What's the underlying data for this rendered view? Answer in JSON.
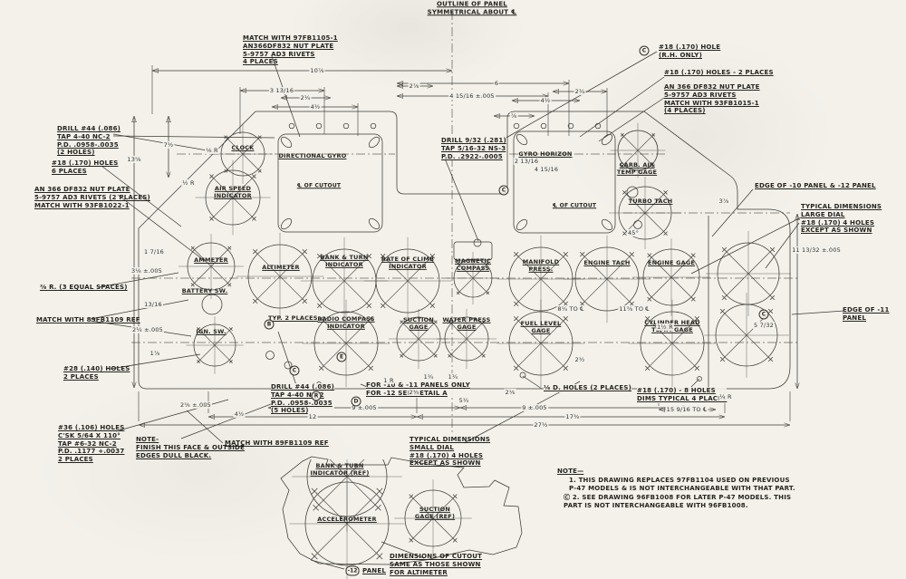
{
  "header": {
    "symmetry_note": "OUTLINE OF PANEL\nSYMMETRICAL ABOUT ℄"
  },
  "instruments": {
    "clock": "CLOCK",
    "directional_gyro": "DIRECTIONAL GYRO",
    "air_speed": "AIR SPEED\nINDICATOR",
    "gyro_horizon": "GYRO HORIZON",
    "carb_air": "CARB. AIR\nTEMP GAGE",
    "turbo_tach": "TURBO TACH",
    "ammeter": "AMMETER",
    "altimeter": "ALTIMETER",
    "bank_turn": "BANK & TURN\nINDICATOR",
    "rate_of_climb": "RATE OF CLIMB\nINDICATOR",
    "magnetic_compass": "MAGNETIC\nCOMPASS",
    "manifold_press": "MANIFOLD\nPRESS.",
    "engine_tach": "ENGINE TACH",
    "engine_gage": "ENGINE GAGE",
    "battery_sw": "BATTERY SW.",
    "ign_sw": "IGN. SW.",
    "radio_compass": "RADIO COMPASS\nINDICATOR",
    "suction_gage": "SUCTION\nGAGE",
    "water_press": "WATER PRESS\nGAGE",
    "fuel_level": "FUEL LEVEL\nGAGE",
    "cylinder_head": "CYLINDER HEAD\nTEMP. GAGE",
    "bank_turn_ref": "BANK & TURN\nINDICATOR (REF)",
    "accelerometer": "ACCELEROMETER",
    "suction_ref": "SUCTION\nGAGE (REF)",
    "cutout_cl": "℄ OF CUTOUT"
  },
  "callouts": {
    "drill_44_2": "DRILL #44 (.086)\nTAP 4-40 NC-2\nP.D. .0958-.0035\n(2 HOLES)",
    "holes_170_6": "#18 (.170) HOLES\n6 PLACES",
    "nutplate_left": "AN 366 DF832 NUT PLATE\n5-9757 AD3 RIVETS (2 PLACES)\nMATCH WITH 93FB1022-1",
    "r_3eq": "⅜ R. (3 EQUAL SPACES)",
    "match_left": "MATCH WITH 89FB1109 REF",
    "holes_28": "#28 (.140) HOLES\n2 PLACES",
    "holes_36": "#36 (.106) HOLES\nC'SK 5/64 X 110°\nTAP #6-32 NC-2\nP.D. .1177 +.0037\n2 PLACES",
    "note_finish": "NOTE-\nFINISH THIS FACE & OUTSIDE\nEDGES DULL BLACK.",
    "match_bottom": "MATCH WITH 89FB1109 REF",
    "match_top": "MATCH WITH 97FB1105-1\nAN366DF832 NUT PLATE\n5-9757 AD3 RIVETS\n4 PLACES",
    "hole_rh": "#18 (.170) HOLE\n(R.H. ONLY)",
    "holes_2pl": "#18 (.170) HOLES - 2 PLACES",
    "nutplate_right": "AN 366 DF832 NUT PLATE\n5-9757 AD3 RIVETS\nMATCH WITH 93FB1015-1\n(4 PLACES)",
    "edge_10_12": "EDGE OF -10 PANEL & -12 PANEL",
    "typ_large": "TYPICAL DIMENSIONS\nLARGE DIAL\n#18 (.170) 4 HOLES\nEXCEPT AS SHOWN",
    "edge_11": "EDGE OF -11 PANEL",
    "drill_932": "DRILL 9/32 (.281)\nTAP 5/16-32 NS-3\nP.D. .2922-.0005",
    "drill_44_5": "DRILL #44 (.086)\nTAP 4-40 NC-2\nP.D. .0958-.0035\n(5 HOLES)",
    "for_panels": "FOR -10 & -11 PANELS ONLY\nFOR -12 SEE DETAIL A",
    "d_holes": "⅛ D. HOLES (2 PLACES)",
    "holes_8": "#18 (.170) - 8 HOLES\nDIMS TYPICAL 4 PLACES",
    "typ_small": "TYPICAL DIMENSIONS\nSMALL DIAL\n#18 (.170) 4 HOLES\nEXCEPT AS SHOWN",
    "cutout_dims": "DIMENSIONS OF CUTOUT\nSAME AS THOSE SHOWN\nFOR ALTIMETER",
    "typ2": "TYP. 2 PLACES",
    "flag_num": "-12",
    "flag_text": "PANEL"
  },
  "notes": {
    "title": "NOTE—",
    "n1": "1. THIS DRAWING REPLACES 97FB1104 USED ON PREVIOUS\nP-47 MODELS & IS NOT INTERCHANGEABLE WITH THAT PART.",
    "n2": "Ⓒ 2. SEE DRAWING 96FB1008 FOR LATER P-47 MODELS. THIS\nPART IS NOT INTERCHANGEABLE WITH 96FB1008."
  },
  "dims": {
    "d1": "10⅞",
    "d2": "6",
    "d3": "3 13/16",
    "d4": "2¼",
    "d5": "4½",
    "d6": "2⅞",
    "d7": "4 15/16 ±.005",
    "d8": "2¼",
    "d9": "4½",
    "d10": "⅞",
    "d11": "13⅝",
    "d12": "7½",
    "d13": "1 7/16",
    "d14": "3⅛ ±.005",
    "d15": "13/16",
    "d16": "2¼ ±.005",
    "d17": "1⅞",
    "d18": "12",
    "d19": "9 ±.005",
    "d20": "9 ±.005",
    "d21": "17¾",
    "d22": "27½",
    "d23": "15 9/16 TO ℄",
    "d24": "8¼ TO ℄",
    "d25": "11⅝ TO ℄",
    "d26": "3⅞",
    "d27": "11 13/32 ±.005",
    "d28": "2½",
    "d29": "5¼",
    "d30": "2¾",
    "d31": "2⅛",
    "d32": "4½",
    "d33": "2⅝ ±.005",
    "d34": "5 7/32",
    "d35": "2 13/16",
    "d36": "4 15/16",
    "d38": "1½ R",
    "d39": "¼ R",
    "d40": "½ R",
    "d41": "⅛ R",
    "d42": "1 R",
    "d43": "45°",
    "d46": "1¼",
    "d47": "1¼"
  },
  "markers": {
    "m1": "C",
    "m2": "B",
    "m3": "C",
    "m4": "R",
    "m5": "D",
    "m6": "E",
    "m7": "C",
    "m8": "C"
  }
}
